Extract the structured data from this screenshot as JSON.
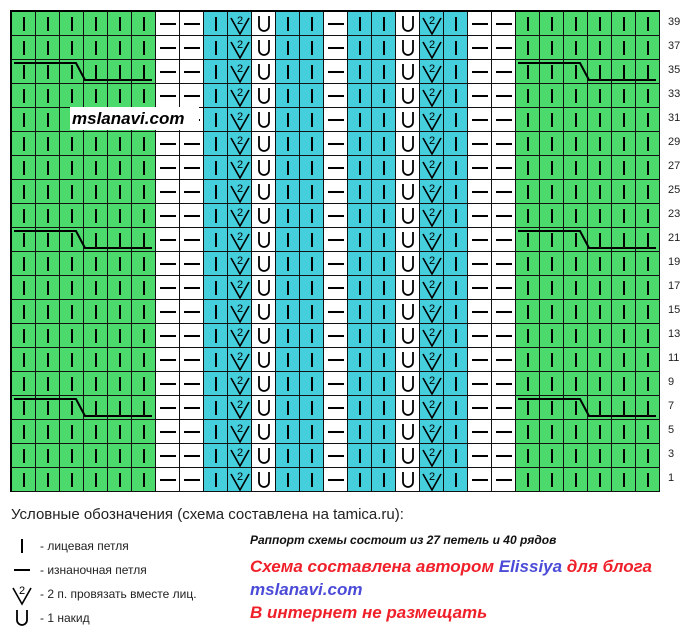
{
  "colors": {
    "green": "#4CDA6C",
    "cyan": "#45CFDC",
    "white": "#FFFFFF",
    "red": "#F0202A",
    "blue": "#4B4BD8"
  },
  "chart": {
    "columns": [
      {
        "bg": "green",
        "sym": "knit"
      },
      {
        "bg": "green",
        "sym": "knit"
      },
      {
        "bg": "green",
        "sym": "knit"
      },
      {
        "bg": "green",
        "sym": "knit"
      },
      {
        "bg": "green",
        "sym": "knit"
      },
      {
        "bg": "green",
        "sym": "knit"
      },
      {
        "bg": "white",
        "sym": "purl"
      },
      {
        "bg": "white",
        "sym": "purl"
      },
      {
        "bg": "cyan",
        "sym": "knit"
      },
      {
        "bg": "cyan",
        "sym": "k2tog"
      },
      {
        "bg": "white",
        "sym": "yo"
      },
      {
        "bg": "cyan",
        "sym": "knit"
      },
      {
        "bg": "cyan",
        "sym": "knit"
      },
      {
        "bg": "white",
        "sym": "purl"
      },
      {
        "bg": "cyan",
        "sym": "knit"
      },
      {
        "bg": "cyan",
        "sym": "knit"
      },
      {
        "bg": "white",
        "sym": "yo"
      },
      {
        "bg": "cyan",
        "sym": "k2tog"
      },
      {
        "bg": "cyan",
        "sym": "knit"
      },
      {
        "bg": "white",
        "sym": "purl"
      },
      {
        "bg": "white",
        "sym": "purl"
      },
      {
        "bg": "green",
        "sym": "knit"
      },
      {
        "bg": "green",
        "sym": "knit"
      },
      {
        "bg": "green",
        "sym": "knit"
      },
      {
        "bg": "green",
        "sym": "knit"
      },
      {
        "bg": "green",
        "sym": "knit"
      },
      {
        "bg": "green",
        "sym": "knit"
      }
    ],
    "row_numbers": [
      "39",
      "37",
      "35",
      "33",
      "31",
      "29",
      "27",
      "25",
      "23",
      "21",
      "19",
      "17",
      "15",
      "13",
      "11",
      "9",
      "7",
      "5",
      "3",
      "1"
    ],
    "cable_rows": [
      "35",
      "21",
      "7"
    ],
    "watermark": "mslanavi.com"
  },
  "legend": {
    "title": "Условные обозначения (схема составлена на tamica.ru):",
    "items": [
      {
        "sym": "knit",
        "label": "- лицевая петля"
      },
      {
        "sym": "purl",
        "label": "- изнаночная петля"
      },
      {
        "sym": "k2tog",
        "label": "- 2 п. провязать вместе лиц."
      },
      {
        "sym": "yo",
        "label": "- 1 накид"
      }
    ]
  },
  "notes": {
    "repeat": "Раппорт схемы состоит из 27 петель и 40 рядов",
    "author_prefix": "Схема составлена автором ",
    "author": "Elissiya",
    "author_suffix": " для блога",
    "site": "mslanavi.com",
    "warning": "В интернет не размещать"
  }
}
